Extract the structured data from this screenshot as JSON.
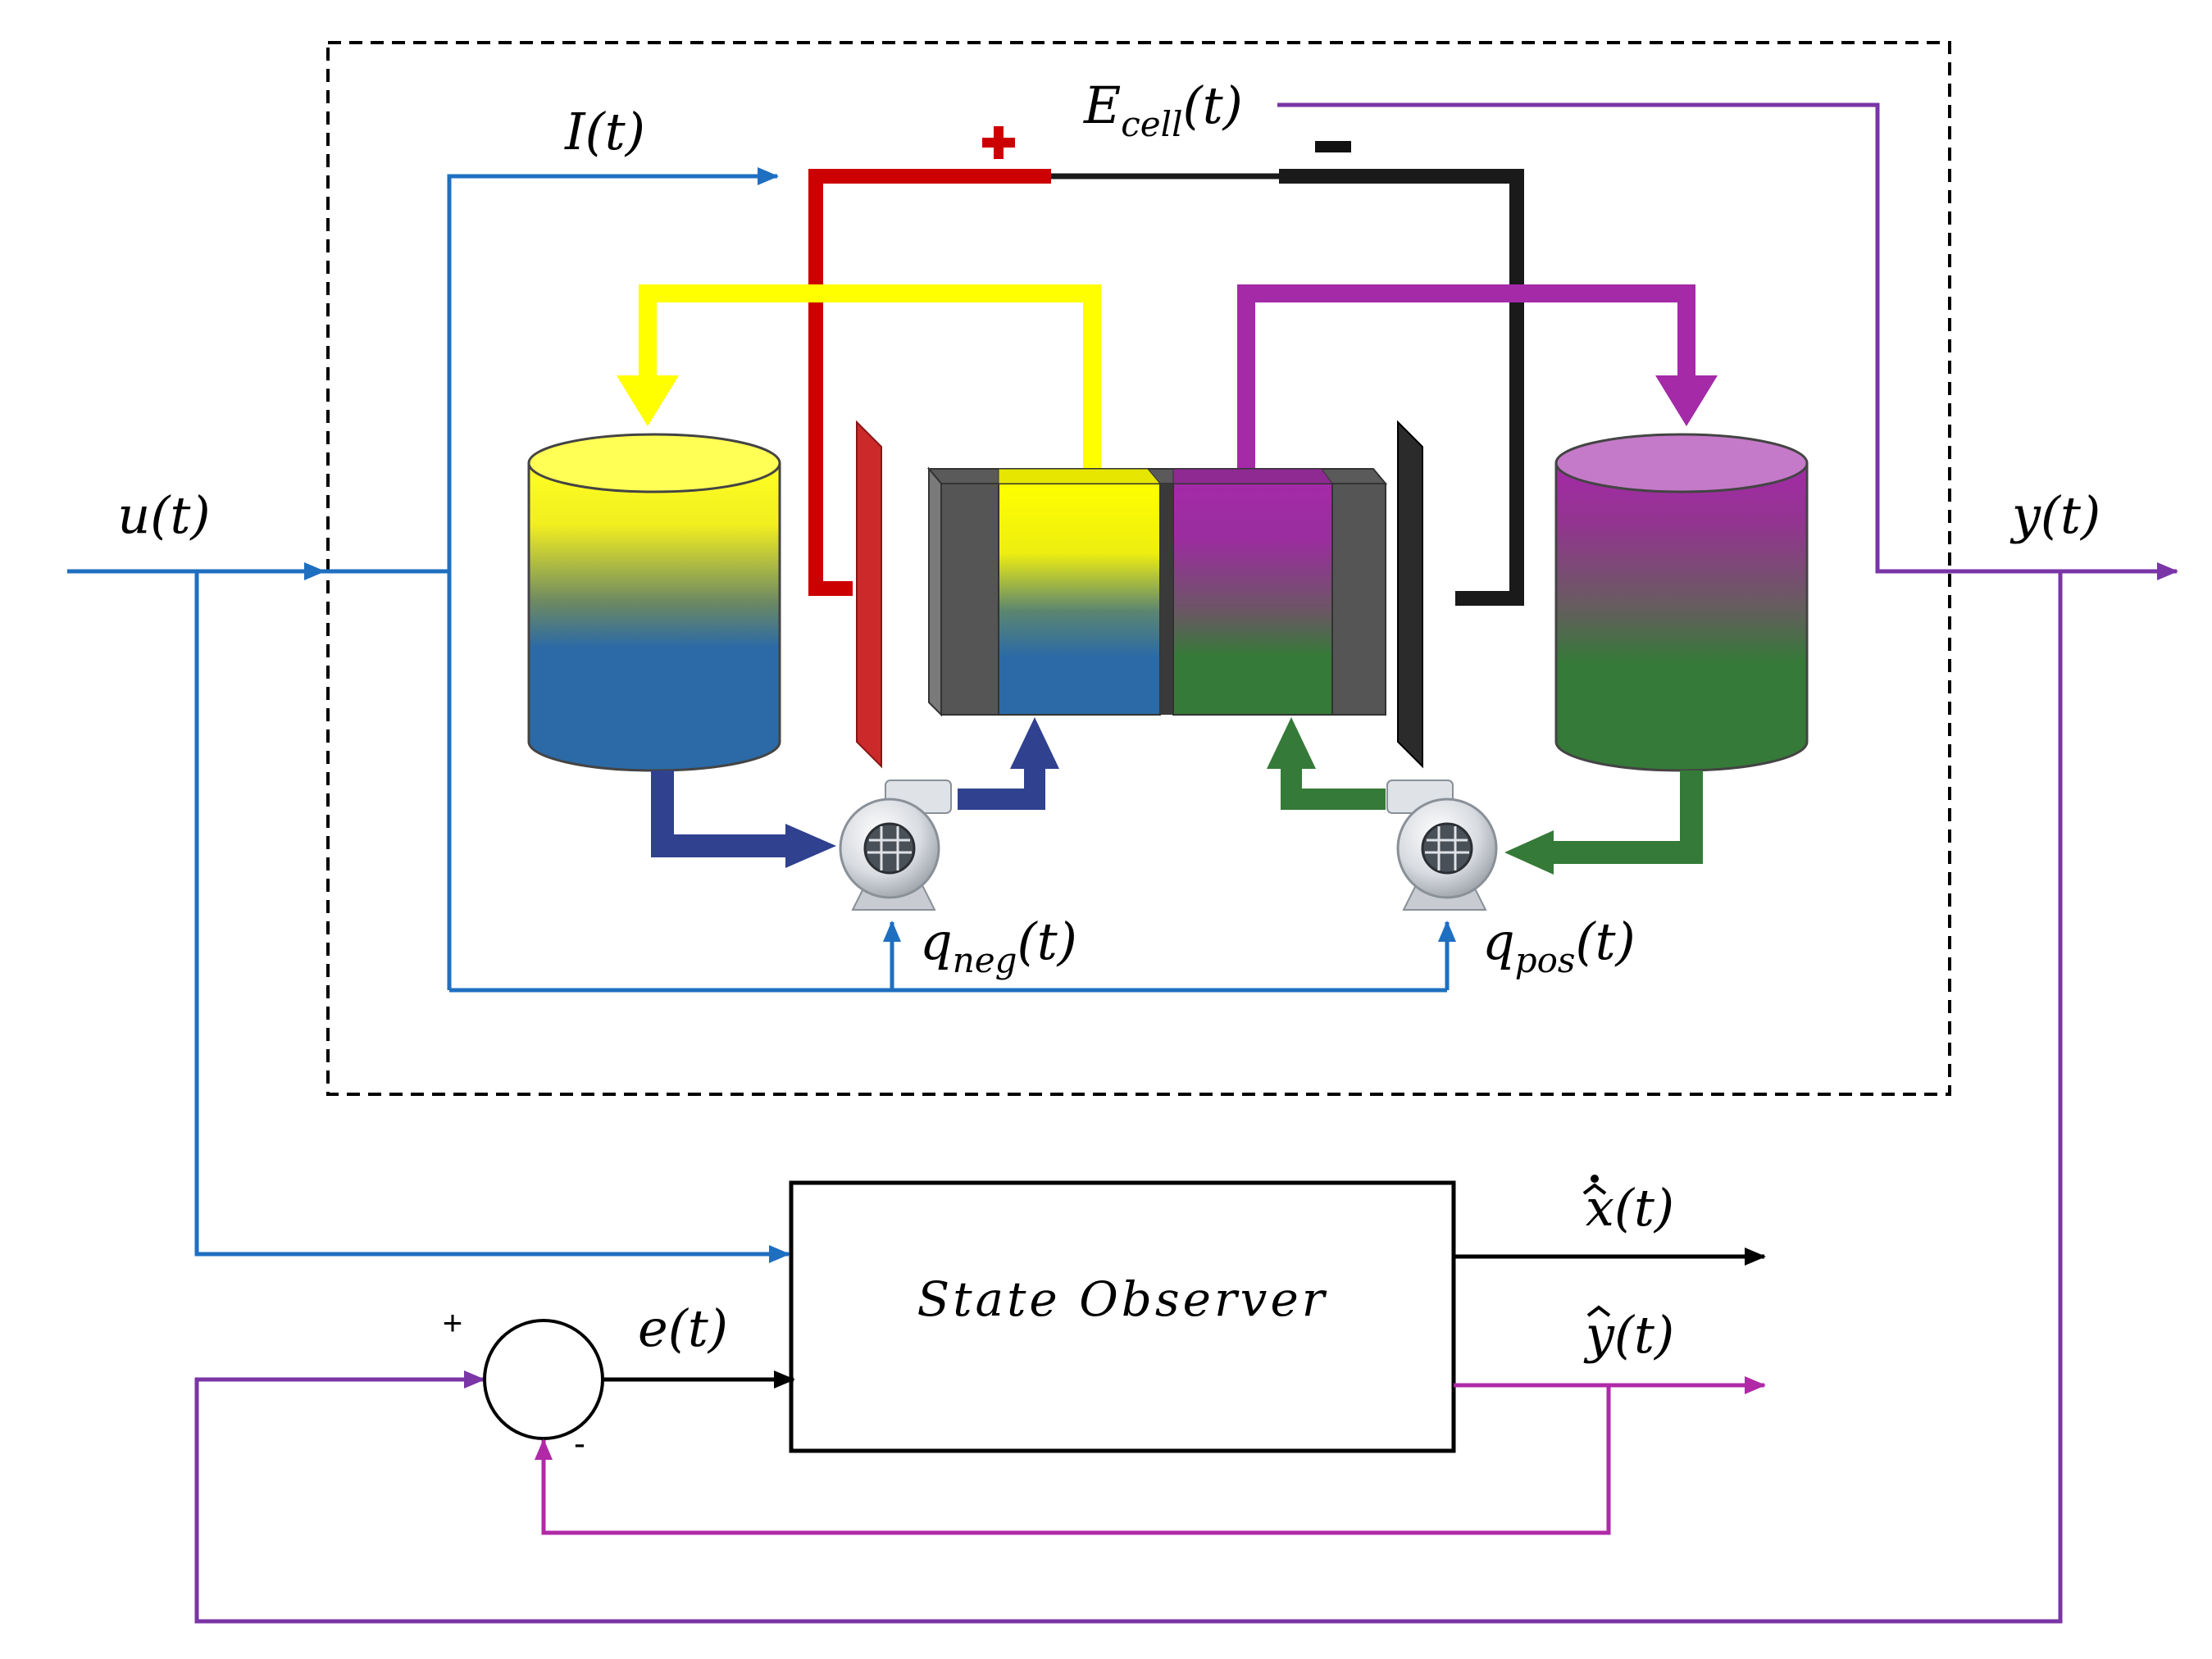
{
  "labels": {
    "input": "u(t)",
    "output": "y(t)",
    "current": "I(t)",
    "cell_voltage_base": "E",
    "cell_voltage_sub": "cell",
    "cell_voltage_arg": "(t)",
    "q_neg_base": "q",
    "q_neg_sub": "neg",
    "q_neg_arg": "(t)",
    "q_pos_base": "q",
    "q_pos_sub": "pos",
    "q_pos_arg": "(t)",
    "error": "e(t)",
    "x_hat_dot": "x(t)",
    "y_hat": "y(t)"
  },
  "observer": {
    "title": "State Observer"
  },
  "summing_junction": {
    "plus_sign": "+",
    "minus_sign": "-"
  },
  "terminals": {
    "positive": "+",
    "negative": "−"
  },
  "colors": {
    "input_signal": "#1f6fc0",
    "output_signal": "#7a35a6",
    "estimate_signal": "#b02aa8",
    "positive_terminal": "#cc0000",
    "negative_terminal": "#1a1a1a",
    "anolyte_top": "#ffff00",
    "anolyte_bottom": "#2b6aa6",
    "catholyte_top": "#a42aa8",
    "catholyte_bottom": "#357a38",
    "neg_flow": "#2f418f",
    "pos_flow": "#357a38"
  }
}
